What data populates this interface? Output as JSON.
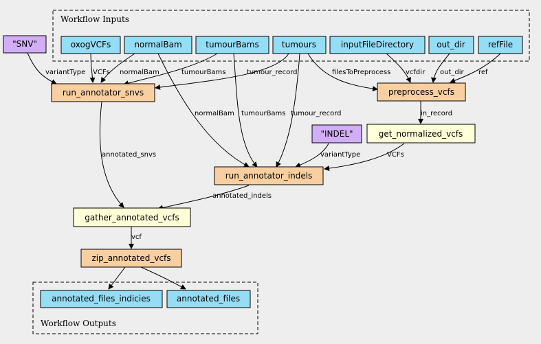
{
  "colors": {
    "input": "#94ddf4",
    "step": "#f7cfa0",
    "subworkflow": "#ffffd8",
    "constant": "#d3aef8",
    "background": "#eeeeee"
  },
  "clusters": {
    "inputs": {
      "label": "Workflow Inputs"
    },
    "outputs": {
      "label": "Workflow Outputs"
    }
  },
  "nodes": {
    "snv_const": {
      "label": "\"SNV\"",
      "kind": "constant"
    },
    "oxogVCFs": {
      "label": "oxogVCFs",
      "kind": "input"
    },
    "normalBam": {
      "label": "normalBam",
      "kind": "input"
    },
    "tumourBams": {
      "label": "tumourBams",
      "kind": "input"
    },
    "tumours": {
      "label": "tumours",
      "kind": "input"
    },
    "inputFileDirectory": {
      "label": "inputFileDirectory",
      "kind": "input"
    },
    "out_dir": {
      "label": "out_dir",
      "kind": "input"
    },
    "refFile": {
      "label": "refFile",
      "kind": "input"
    },
    "run_annotator_snvs": {
      "label": "run_annotator_snvs",
      "kind": "step"
    },
    "preprocess_vcfs": {
      "label": "preprocess_vcfs",
      "kind": "step"
    },
    "indel_const": {
      "label": "\"INDEL\"",
      "kind": "constant"
    },
    "get_normalized_vcfs": {
      "label": "get_normalized_vcfs",
      "kind": "subworkflow"
    },
    "run_annotator_indels": {
      "label": "run_annotator_indels",
      "kind": "step"
    },
    "gather_annotated_vcfs": {
      "label": "gather_annotated_vcfs",
      "kind": "subworkflow"
    },
    "zip_annotated_vcfs": {
      "label": "zip_annotated_vcfs",
      "kind": "step"
    },
    "annotated_files_indicies": {
      "label": "annotated_files_indicies",
      "kind": "input"
    },
    "annotated_files": {
      "label": "annotated_files",
      "kind": "input"
    }
  },
  "edge_labels": {
    "snv_variantType": "variantType",
    "oxog_VCFs": "VCFs",
    "normalBam_snvs": "normalBam",
    "tumourBams_snvs": "tumourBams",
    "tumours_snvs": "tumour_record",
    "tumours_preprocess": "filesToPreprocess",
    "inputdir_preprocess": "vcfdir",
    "outdir_preprocess": "out_dir",
    "ref_preprocess": "ref",
    "preprocess_normalized": "in_record",
    "normalBam_indels": "normalBam",
    "tumourBams_indels": "tumourBams",
    "tumours_indels": "tumour_record",
    "indel_variantType": "variantType",
    "normalized_indels": "VCFs",
    "snvs_gather": "annotated_snvs",
    "indels_gather": "annotated_indels",
    "gather_zip": "vcf"
  }
}
